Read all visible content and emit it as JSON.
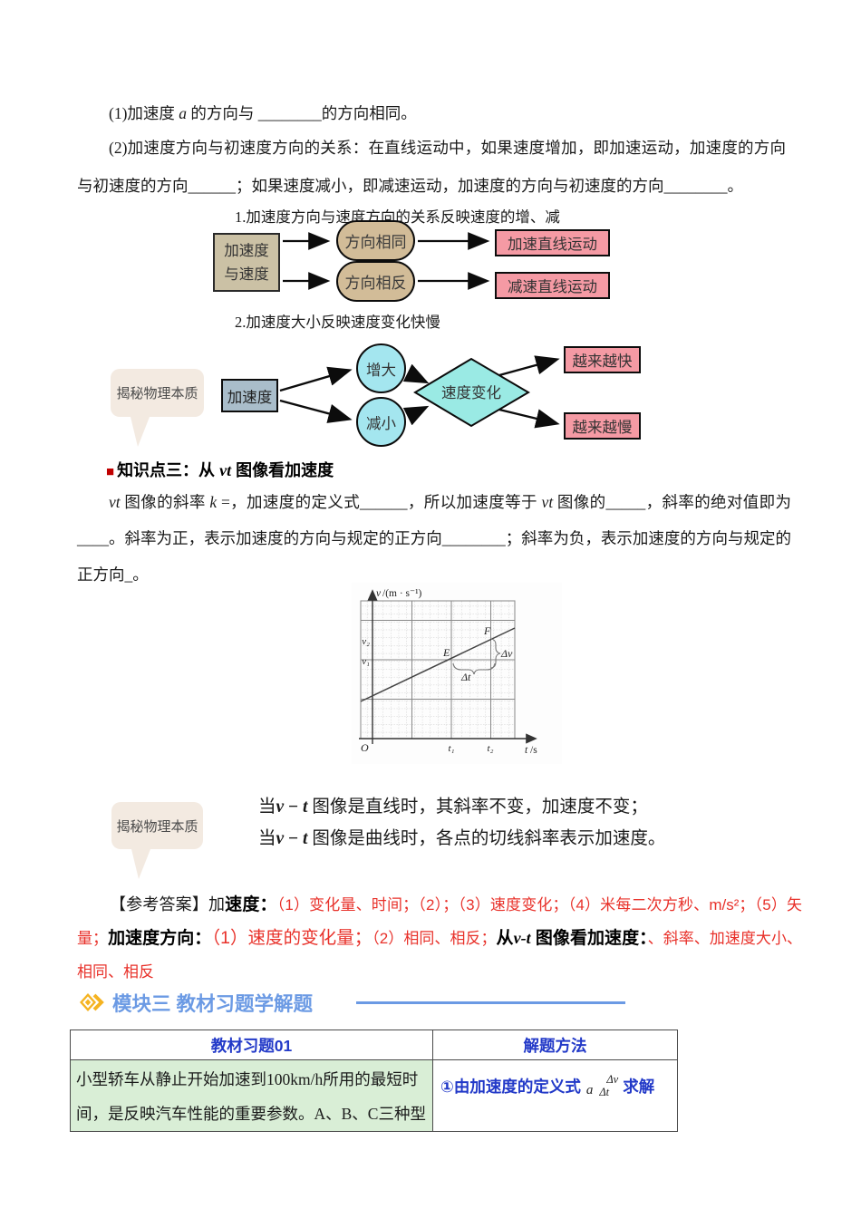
{
  "colors": {
    "accent_blue": "#6b9ae4",
    "table_blue": "#2239c8",
    "answer_red": "#e8312a",
    "pink_node": "#f59aa4",
    "cyan_node": "#a4e6ef",
    "tan_node": "#cbc1a5",
    "green_cell": "#d9eed6",
    "bubble_bg": "#f3eae1",
    "icon_gold": "#f5b321"
  },
  "intro": {
    "p1": [
      {
        "t": "(1)加速度 "
      },
      {
        "t": "a",
        "c": "i"
      },
      {
        "t": " 的方向与  ________的方向相同。"
      }
    ],
    "p2": "(2)加速度方向与初速度方向的关系：在直线运动中，如果速度增加，即加速运动，加速度的方向与初速度的方向______；如果速度减小，即减速运动，加速度的方向与初速度的方向________。"
  },
  "flow1": {
    "caption": "1.加速度方向与速度方向的关系反映速度的增、减",
    "source_line1": "加速度",
    "source_line2": "与速度",
    "pill_same": "方向相同",
    "pill_opposite": "方向相反",
    "result_accelerate": "加速直线运动",
    "result_decelerate": "减速直线运动"
  },
  "flow2": {
    "caption": "2.加速度大小反映速度变化快慢",
    "bubble": "揭秘物理本质",
    "source": "加速度",
    "circle_increase": "增大",
    "circle_decrease": "减小",
    "diamond": "速度变化",
    "result_faster": "越来越快",
    "result_slower": "越来越慢"
  },
  "knowledge3": {
    "heading": [
      {
        "t": "■",
        "c": "redsq"
      },
      {
        "t": "知识点三：从 "
      },
      {
        "t": "vt",
        "c": "bi"
      },
      {
        "t": " 图像看加速度"
      }
    ],
    "para": [
      {
        "t": "vt",
        "c": "i"
      },
      {
        "t": " 图像的斜率 "
      },
      {
        "t": "k",
        "c": "i"
      },
      {
        "t": " =，加速度的定义式______，所以加速度等于 "
      },
      {
        "t": "vt",
        "c": "i"
      },
      {
        "t": " 图像的_____，斜率的绝对值即为____。斜率为正，表示加速度的方向与规定的正方向________；斜率为负，表示加速度的方向与规定的正方向_。"
      }
    ]
  },
  "chart_data": {
    "type": "line",
    "title": "",
    "xlabel": "t/s",
    "ylabel": "v/(m · s⁻¹)",
    "x_ticks": [
      "t₁",
      "t₂"
    ],
    "y_ticks": [
      "v₁",
      "v₂"
    ],
    "origin": "O",
    "grid": "on",
    "series": [
      {
        "name": "v-t直线",
        "points": [
          {
            "label": "E",
            "x": "t₁",
            "y": "v₁"
          },
          {
            "label": "F",
            "x": "t₂",
            "y": "v₂"
          }
        ]
      }
    ],
    "annotations": [
      "Δv",
      "Δt"
    ]
  },
  "graph": {
    "ylabel_v": "v",
    "ylabel_unit": "/(m · s⁻¹)",
    "xlabel_t": "t",
    "xlabel_unit": "/s",
    "origin": "O",
    "v2": "v₂",
    "v1": "v₁",
    "t1": "t₁",
    "t2": "t₂",
    "pointE": "E",
    "pointF": "F",
    "dv": "Δv",
    "dt": "Δt"
  },
  "essence": {
    "bubble": "揭秘物理本质",
    "line1": [
      {
        "t": "当"
      },
      {
        "t": "v",
        "c": "bi"
      },
      {
        "t": " − ",
        "c": "b"
      },
      {
        "t": "t",
        "c": "bi"
      },
      {
        "t": " 图像是直线时，其斜率不变，加速度不变；"
      }
    ],
    "line2": [
      {
        "t": "当"
      },
      {
        "t": "v",
        "c": "bi"
      },
      {
        "t": " − ",
        "c": "b"
      },
      {
        "t": "t",
        "c": "bi"
      },
      {
        "t": " 图像是曲线时，各点的切线斜率表示加速度。"
      }
    ]
  },
  "answer": {
    "segments": [
      {
        "t": "【参考答案】加"
      },
      {
        "t": "速度：",
        "c": "bb"
      },
      {
        "t": "（1）变化量、时间；（2）；（3）速度变化；（4）米每二次方秒、m/s²；（5）矢量；",
        "c": "red"
      },
      {
        "t": "加速度方向：",
        "c": "bb"
      },
      {
        "t": "（1）速度的变化量；",
        "c": "redb"
      },
      {
        "t": "（2）相同、相反；",
        "c": "red"
      },
      {
        "t": "从",
        "c": "bb"
      },
      {
        "t": "v-t",
        "c": "bbi"
      },
      {
        "t": " 图像看加速度：",
        "c": "bb"
      },
      {
        "t": "、斜率、加速度大小、相同、相反",
        "c": "red"
      }
    ]
  },
  "module3": {
    "icon": "diamond-chevron-icon",
    "title": "模块三 教材习题学解题"
  },
  "table": {
    "header_left": "教材习题01",
    "header_right": "解题方法",
    "problem": "小型轿车从静止开始加速到100km/h所用的最短时间，是反映汽车性能的重要参数。A、B、C三种型",
    "method_prefix": "①由加速度的定义式",
    "formula_a": "a",
    "formula_num": "Δv",
    "formula_den": "Δt",
    "method_suffix": "求解"
  }
}
